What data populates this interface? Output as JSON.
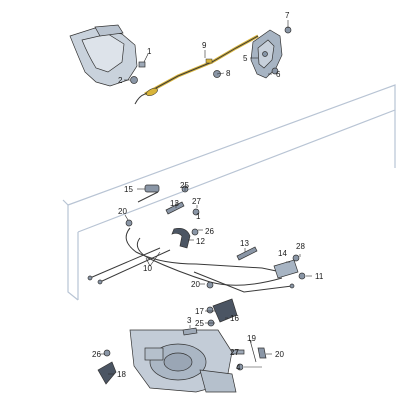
{
  "callouts": {
    "c1a": "1",
    "c1b": "1",
    "c2": "2",
    "c3": "3",
    "c4": "4",
    "c5": "5",
    "c6": "6",
    "c7": "7",
    "c8": "8",
    "c9": "9",
    "c10": "10",
    "c11": "11",
    "c12": "12",
    "c13a": "13",
    "c13b": "13",
    "c14": "14",
    "c15": "15",
    "c16": "16",
    "c17": "17",
    "c18": "18",
    "c19": "19",
    "c20a": "20",
    "c20b": "20",
    "c20c": "20",
    "c25a": "25",
    "c25b": "25",
    "c26a": "26",
    "c26b": "26",
    "c27a": "27",
    "c27b": "27",
    "c28": "28"
  },
  "colors": {
    "frame": "#b8c4d4",
    "cover": "#c9d2dc",
    "lever": "#a7b4c3",
    "cable_highlight": "#d8b43a",
    "cable": "#3a3a3a",
    "axle": "#aab6c4"
  }
}
